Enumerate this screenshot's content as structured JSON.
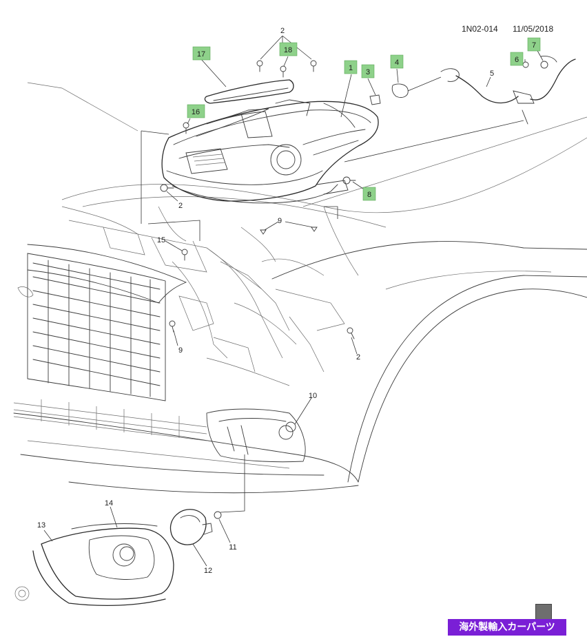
{
  "diagram": {
    "header_code": "1N02-014",
    "header_date": "11/05/2018",
    "callouts": [
      {
        "id": "c17",
        "label": "17",
        "highlight": true
      },
      {
        "id": "c2a",
        "label": "2",
        "highlight": false
      },
      {
        "id": "c18",
        "label": "18",
        "highlight": true
      },
      {
        "id": "c1",
        "label": "1",
        "highlight": true
      },
      {
        "id": "c3",
        "label": "3",
        "highlight": true
      },
      {
        "id": "c4",
        "label": "4",
        "highlight": true
      },
      {
        "id": "c5",
        "label": "5",
        "highlight": false
      },
      {
        "id": "c6",
        "label": "6",
        "highlight": true
      },
      {
        "id": "c7",
        "label": "7",
        "highlight": true
      },
      {
        "id": "c16",
        "label": "16",
        "highlight": true
      },
      {
        "id": "c8",
        "label": "8",
        "highlight": true
      },
      {
        "id": "c2b",
        "label": "2",
        "highlight": false
      },
      {
        "id": "c9a",
        "label": "9",
        "highlight": false
      },
      {
        "id": "c15",
        "label": "15",
        "highlight": false
      },
      {
        "id": "c9b",
        "label": "9",
        "highlight": false
      },
      {
        "id": "c2c",
        "label": "2",
        "highlight": false
      },
      {
        "id": "c10",
        "label": "10",
        "highlight": false
      },
      {
        "id": "c14",
        "label": "14",
        "highlight": false
      },
      {
        "id": "c13",
        "label": "13",
        "highlight": false
      },
      {
        "id": "c11",
        "label": "11",
        "highlight": false
      },
      {
        "id": "c12",
        "label": "12",
        "highlight": false
      }
    ]
  },
  "banner": {
    "text": "海外製輸入カーパーツ",
    "color": "#7a1fd6"
  },
  "colors": {
    "highlight": "#8ed18a",
    "line": "#2b2b2b"
  }
}
